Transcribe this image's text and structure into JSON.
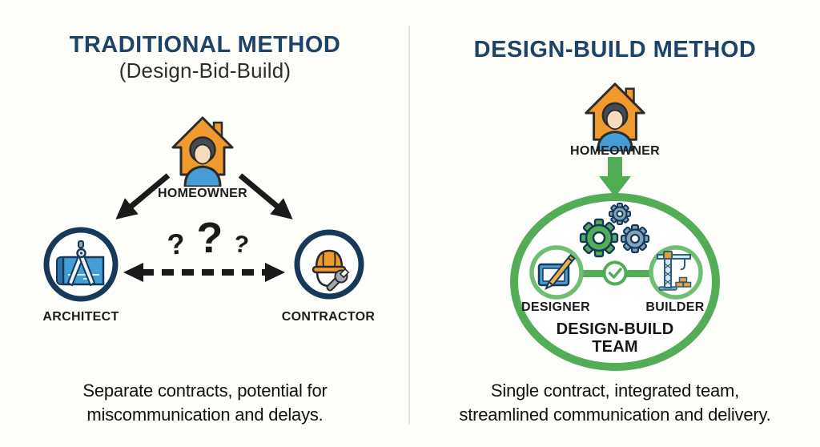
{
  "colors": {
    "background": "#fdfdfa",
    "title_navy": "#1d4468",
    "icon_navy": "#16395a",
    "green": "#53ad57",
    "green_light": "#6fbe71",
    "orange": "#f09a2e",
    "blue": "#459dd6",
    "steel_blue": "#7fa3bd",
    "black": "#1a1a1a"
  },
  "left": {
    "title": "TRADITIONAL METHOD",
    "subtitle": "(Design-Bid-Build)",
    "homeowner_label": "HOMEOWNER",
    "architect_label": "ARCHITECT",
    "contractor_label": "CONTRACTOR",
    "question_marks": [
      "?",
      "?",
      "?"
    ],
    "caption": [
      "Separate contracts, potential for",
      "miscommunication and delays."
    ]
  },
  "right": {
    "title": "DESIGN-BUILD METHOD",
    "homeowner_label": "HOMEOWNER",
    "designer_label": "DESIGNER",
    "builder_label": "BUILDER",
    "team_label": [
      "DESIGN-BUILD",
      "TEAM"
    ],
    "caption": [
      "Single contract, integrated team,",
      "streamlined communication and delivery."
    ]
  }
}
